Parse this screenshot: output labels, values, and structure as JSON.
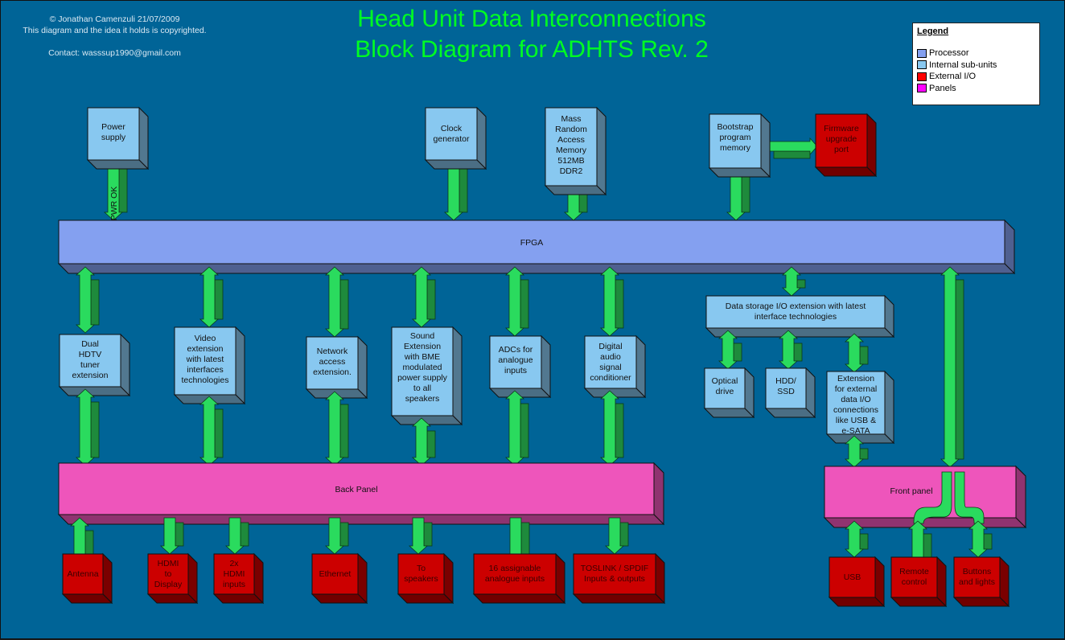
{
  "title": {
    "line1": "Head Unit Data Interconnections",
    "line2": "Block Diagram for ADHTS Rev. 2"
  },
  "credits": {
    "line1": "© Jonathan Camenzuli 21/07/2009",
    "line2": "This diagram and the idea it holds is copyrighted.",
    "contact": "Contact: wasssup1990@gmail.com"
  },
  "legend": {
    "heading": "Legend",
    "items": [
      {
        "label": "Processor",
        "color": "#84a0f0"
      },
      {
        "label": "Internal sub-units",
        "color": "#88c8f0"
      },
      {
        "label": "External I/O",
        "color": "#ff0000"
      },
      {
        "label": "Panels",
        "color": "#ff00ff"
      }
    ]
  },
  "colors": {
    "background": "#006497",
    "processor": "#84a0f0",
    "internal": "#88c8f0",
    "external": "#cc0000",
    "panel": "#ee55bb",
    "arrow": "#2adb5e",
    "arrow_dark": "#1e8a3c",
    "title": "#00ff22"
  },
  "blocks": {
    "fpga": "FPGA",
    "back_panel": "Back Panel",
    "front_panel": "Front panel",
    "power_supply": [
      "Power",
      "supply"
    ],
    "pwr_ok": "PWR OK",
    "clock": [
      "Clock",
      "generator"
    ],
    "ram": [
      "Mass",
      "Random",
      "Access",
      "Memory",
      "512MB",
      "DDR2"
    ],
    "bootstrap": [
      "Bootstrap",
      "program",
      "memory"
    ],
    "firmware": [
      "Firmware",
      "upgrade",
      "port"
    ],
    "tuner": [
      "Dual",
      "HDTV",
      "tuner",
      "extension"
    ],
    "video": [
      "Video",
      "extension",
      "with latest",
      "interfaces",
      "technologies"
    ],
    "network": [
      "Network",
      "access",
      "extension."
    ],
    "sound": [
      "Sound",
      "Extension",
      "with BME",
      "modulated",
      "power supply",
      "to all",
      "speakers"
    ],
    "adc": [
      "ADCs for",
      "analogue",
      "inputs"
    ],
    "digital_audio": [
      "Digital",
      "audio",
      "signal",
      "conditioner"
    ],
    "storage": [
      "Data storage I/O extension with latest",
      "interface technologies"
    ],
    "optical": [
      "Optical",
      "drive"
    ],
    "hdd": [
      "HDD/",
      "SSD"
    ],
    "ext_data": [
      "Extension",
      "for external",
      "data I/O",
      "connections",
      "like USB &",
      "e-SATA"
    ],
    "antenna": [
      "Antenna"
    ],
    "hdmi_out": [
      "HDMI",
      "to",
      "Display"
    ],
    "hdmi_in": [
      "2x",
      "HDMI",
      "inputs"
    ],
    "ethernet": [
      "Ethernet"
    ],
    "speakers": [
      "To",
      "speakers"
    ],
    "analogue_in": [
      "16 assignable",
      "analogue inputs"
    ],
    "toslink": [
      "TOSLINK / SPDIF",
      "Inputs & outputs"
    ],
    "usb": [
      "USB"
    ],
    "remote": [
      "Remote",
      "control"
    ],
    "buttons": [
      "Buttons",
      "and lights"
    ]
  }
}
